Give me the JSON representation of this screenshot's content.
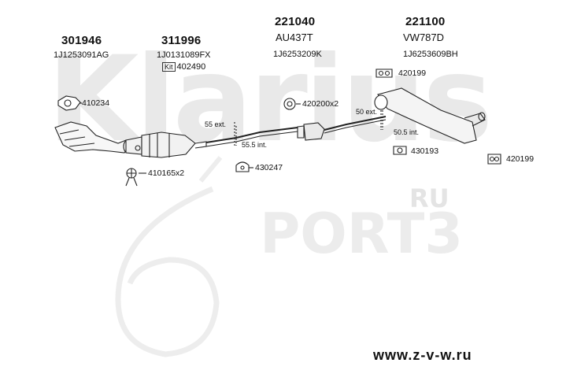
{
  "watermark": {
    "brand": "Klarius",
    "site_word": "PORT3",
    "site_suffix": "RU"
  },
  "footer_url": "www.z-v-w.ru",
  "parts": [
    {
      "code": "301946",
      "oem": "1J1253091AG"
    },
    {
      "code": "311996",
      "oem": "1J0131089FX",
      "kit_label": "Kit",
      "kit_code": "402490"
    },
    {
      "code": "221040",
      "alt": "AU437T",
      "oem": "1J6253209K"
    },
    {
      "code": "221100",
      "alt": "VW787D",
      "oem": "1J6253609BH"
    }
  ],
  "fittings": {
    "f410234": "410234",
    "f410165": "410165x2",
    "f430247": "430247",
    "f420200": "420200x2",
    "f420199a": "420199",
    "f430193": "430193",
    "f420199b": "420199"
  },
  "dimensions": {
    "d55": "55 ext.",
    "d555": "55.5 int.",
    "d50": "50 ext.",
    "d505": "50.5 int."
  },
  "colors": {
    "line": "#222222",
    "watermark": "#e9e9e9",
    "pipe_fill": "#f2f2f2"
  }
}
